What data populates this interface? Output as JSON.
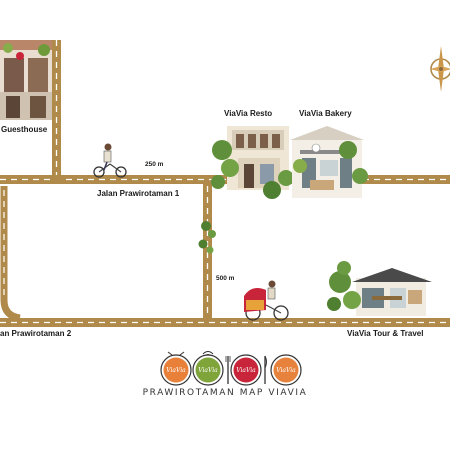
{
  "colors": {
    "road": "#b08a4a",
    "road_dash": "#ffffff",
    "badge_orange": "#e8803a",
    "badge_green": "#7ea43a",
    "badge_red": "#c8243a",
    "badge_orange2": "#e6823c"
  },
  "labels": {
    "guesthouse": "Guesthouse",
    "viavia_resto": "ViaVia Resto",
    "viavia_bakery": "ViaVia Bakery",
    "distance_250": "250 m",
    "jalan_1": "Jalan Prawirotaman 1",
    "distance_500": "500 m",
    "jalan_2": "an Prawirotaman 2",
    "tour_travel": "ViaVia Tour & Travel"
  },
  "logo": {
    "badges": [
      {
        "text": "ViaVia",
        "color": "#e8803a"
      },
      {
        "text": "ViaVia",
        "color": "#7ea43a"
      },
      {
        "text": "ViaVia",
        "color": "#c8243a"
      },
      {
        "text": "ViaVia",
        "color": "#e6823c"
      }
    ],
    "title": "PRAWIROTAMAN MAP VIAVIA"
  },
  "icons": [
    "compass-icon",
    "cyclist-icon",
    "pedicab-icon",
    "fork-icon",
    "knife-icon",
    "alarm-bell-icon",
    "wifi-icon"
  ]
}
